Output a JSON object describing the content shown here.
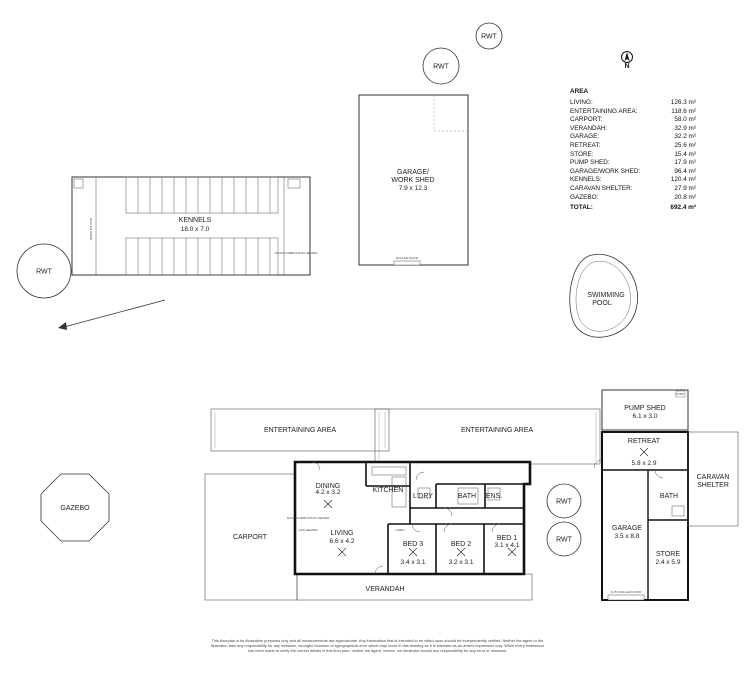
{
  "area_schedule": {
    "title": "AREA",
    "rows": [
      {
        "name": "LIVING:",
        "value": "126.3 m²"
      },
      {
        "name": "ENTERTAINING AREA:",
        "value": "118.6 m²"
      },
      {
        "name": "CARPORT:",
        "value": "58.0 m²"
      },
      {
        "name": "VERANDAH:",
        "value": "32.9 m²"
      },
      {
        "name": "GARAGE:",
        "value": "32.2 m²"
      },
      {
        "name": "RETREAT:",
        "value": "25.6 m²"
      },
      {
        "name": "STORE:",
        "value": "15.4 m²"
      },
      {
        "name": "PUMP SHED:",
        "value": "17.9 m²"
      },
      {
        "name": "GARAGE/WORK SHED:",
        "value": "96.4 m²"
      },
      {
        "name": "KENNELS:",
        "value": "120.4 m²"
      },
      {
        "name": "CARAVAN SHELTER:",
        "value": "27.9 m²"
      },
      {
        "name": "GAZEBO:",
        "value": "20.8 m²"
      }
    ],
    "total_label": "TOTAL:",
    "total_value": "692.4 m²"
  },
  "compass": {
    "label": "N"
  },
  "labels": {
    "rwt": "RWT",
    "kennels": "KENNELS",
    "kennels_dim": "18.0 x 7.0",
    "garage_shed": "GARAGE/",
    "garage_shed_2": "WORK SHED",
    "garage_shed_dim": "7.9 x 12.3",
    "pool_1": "SWIMMING",
    "pool_2": "POOL",
    "gazebo": "GAZEBO",
    "carport": "CARPORT",
    "entertaining": "ENTERTAINING AREA",
    "dining": "DINING",
    "dining_dim": "4.2 x 3.2",
    "kitchen": "KITCHEN",
    "living": "LIVING",
    "living_dim": "6.6 x 4.2",
    "ldry": "L'DRY",
    "bath": "BATH",
    "ens": "ENS.",
    "bed1": "BED 1",
    "bed1_dim": "3.1 x 4.1",
    "bed2": "BED 2",
    "bed2_dim": "3.2 x 3.1",
    "bed3": "BED 3",
    "bed3_dim": "3.4 x 3.1",
    "verandah": "VERANDAH",
    "pump_shed": "PUMP SHED",
    "pump_shed_dim": "6.1 x 3.0",
    "pump": "PUMP",
    "retreat": "RETREAT",
    "retreat_dim": "5.8 x 2.9",
    "caravan_1": "CARAVAN",
    "caravan_2": "SHELTER",
    "garage": "GARAGE",
    "garage_dim": "3.5 x 8.8",
    "store": "STORE",
    "store_dim": "2.4 x 5.9",
    "roller_door": "ROLLER DOOR",
    "auto_roller_door": "AUTO ROLLER DOOR",
    "slow_combustion_heater": "SLOW COMBUSTION HEATER",
    "gas_heater": "GAS HEATER",
    "linen": "LINEN",
    "fridge": "FR",
    "wm": "WM",
    "dw": "DW",
    "hws": "HWS"
  },
  "disclaimer": "This floorplan is for illustration purposes only and all measurements are approximate. Any information that is intended to be relied upon should be independently verified. Neither the agent or the illustrator, take any responsibility for any omission, wrongful inclusion or typographical error which may occur in this drawing as it is intended as an artist's impression only. While every endeavour has been made to verify the correct details in this floor plan, neither the agent, vendor, nor illustrator accept any responsibility for any error or omission.",
  "colors": {
    "wall": "#111111",
    "line": "#555555",
    "light": "#9a9a9a"
  }
}
